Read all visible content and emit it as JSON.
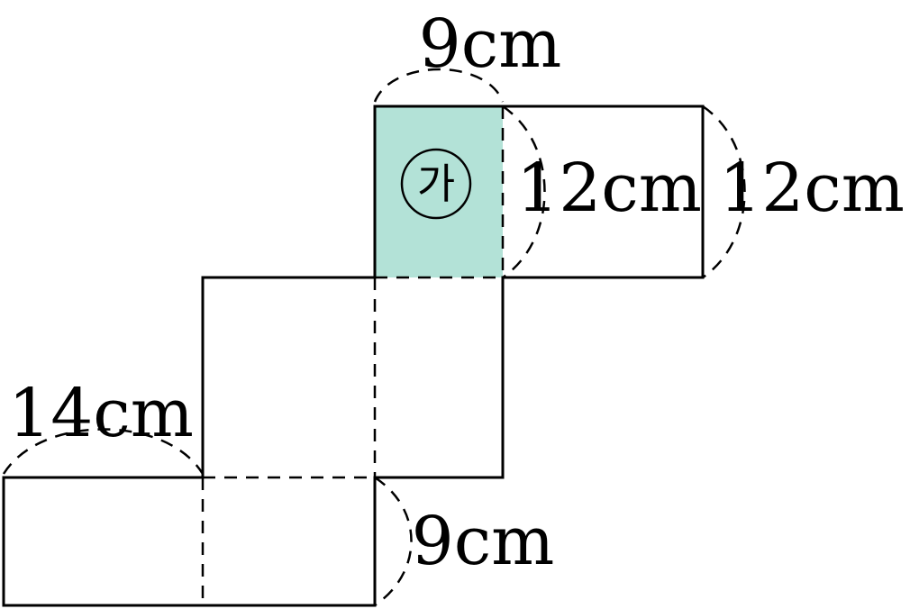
{
  "colors": {
    "highlight_face": "#b3e2d7",
    "line": "#000000"
  },
  "labels": {
    "top_width": "9cm",
    "middle_height": "12cm",
    "right_height": "12cm",
    "left_width": "14cm",
    "bottom_depth": "9cm"
  },
  "face_mark": "가"
}
